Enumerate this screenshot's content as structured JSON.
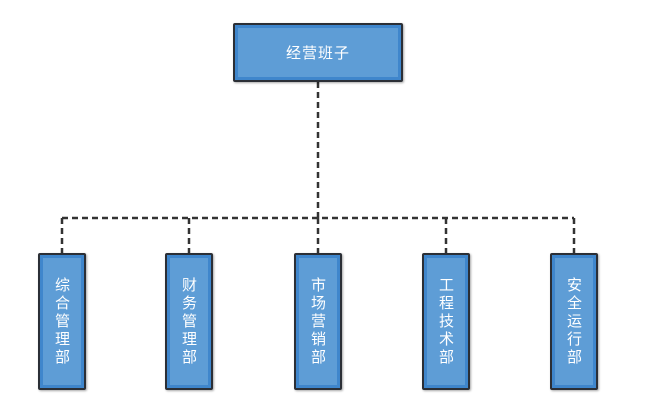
{
  "root": {
    "label": "经营班子"
  },
  "departments": [
    {
      "label": "综合管理部"
    },
    {
      "label": "财务管理部"
    },
    {
      "label": "市场营销部"
    },
    {
      "label": "工程技术部"
    },
    {
      "label": "安全运行部"
    }
  ],
  "colors": {
    "node_fill": "#5e9dd6",
    "node_border": "#3f86cc",
    "outline": "#2b2f36",
    "connector": "#333333",
    "text": "#ffffff"
  }
}
